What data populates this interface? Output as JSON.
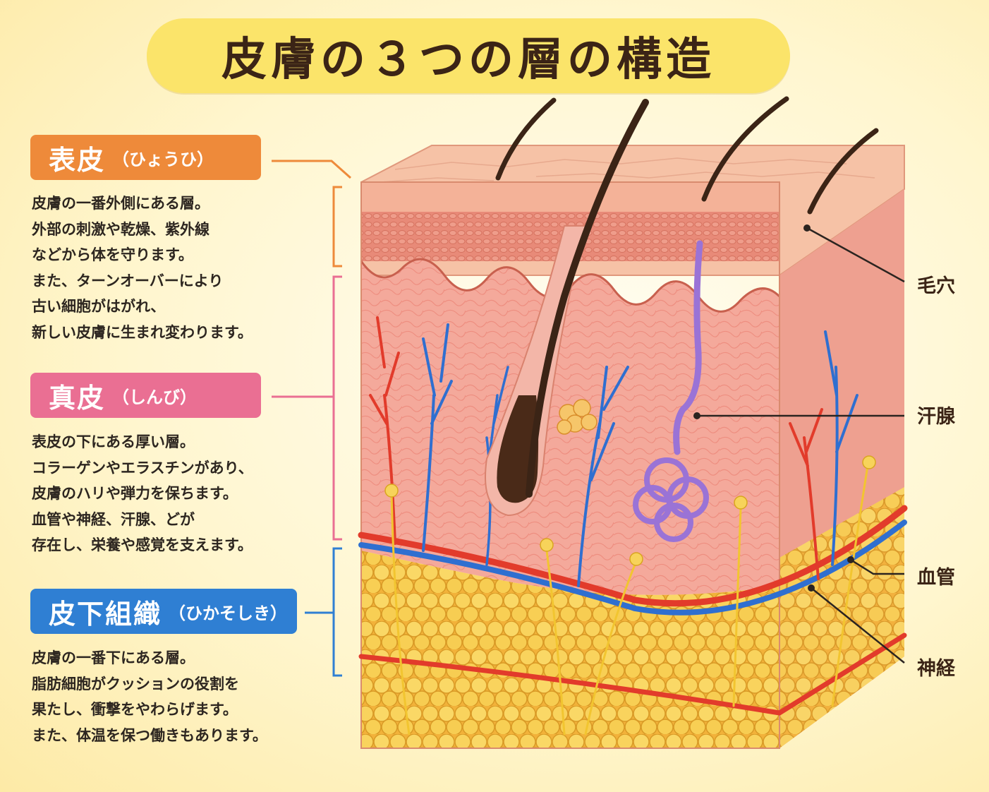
{
  "title": "皮膚の３つの層の構造",
  "layers": [
    {
      "name": "表皮",
      "reading": "（ひょうひ）",
      "description": [
        "皮膚の一番外側にある層。",
        "外部の刺激や乾燥、紫外線",
        "などから体を守ります。",
        "また、ターンオーバーにより",
        "古い細胞がはがれ、",
        "新しい皮膚に生まれ変わります。"
      ],
      "color": "#ee8a3a"
    },
    {
      "name": "真皮",
      "reading": "（しんび）",
      "description": [
        "表皮の下にある厚い層。",
        "コラーゲンやエラスチンがあり、",
        "皮膚のハリや弾力を保ちます。",
        "血管や神経、汗腺、どが",
        "存在し、栄養や感覚を支えます。"
      ],
      "color": "#ea6f93"
    },
    {
      "name": "皮下組織",
      "reading": "（ひかそしき）",
      "description": [
        "皮膚の一番下にある層。",
        "脂肪細胞がクッションの役割を",
        "果たし、衝撃をやわらげます。",
        "また、体温を保つ働きもあります。"
      ],
      "color": "#2f7fd3"
    }
  ],
  "parts": [
    {
      "name": "毛穴"
    },
    {
      "name": "汗腺"
    },
    {
      "name": "血管"
    },
    {
      "name": "神経"
    }
  ],
  "colors": {
    "title_bg": "#fbe46a",
    "epidermis": "#f3a27f",
    "dermis": "#f2a69a",
    "fat": "#f6c445",
    "artery": "#e23b2b",
    "vein": "#2f6fd0",
    "nerve": "#f2c530",
    "sweat_gland": "#9a73d6",
    "hair": "#3b2416"
  }
}
